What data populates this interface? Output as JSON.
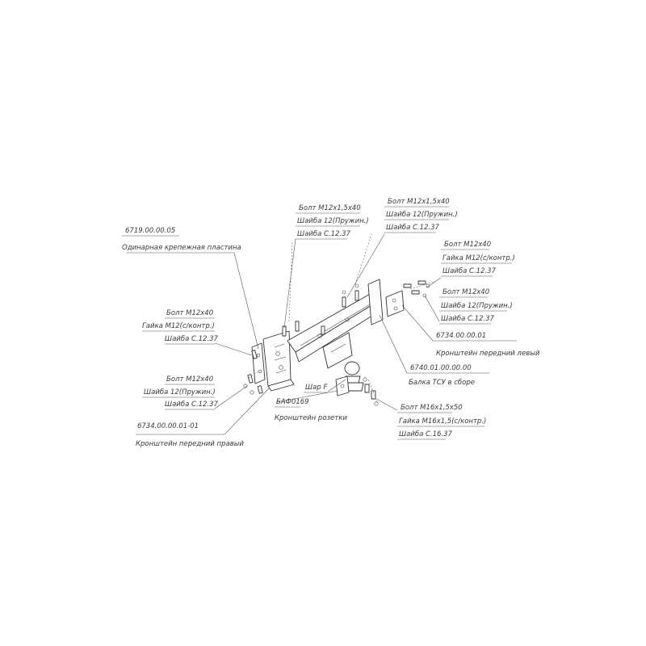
{
  "labels": {
    "plate_code": "6719.00.00.05",
    "plate_name": "Одинарная крепежная пластина",
    "top_left_bolt": "Болт М12х1,5х40",
    "top_left_washer_spring": "Шайба 12(Пружин.)",
    "top_left_washer": "Шайба С.12.37",
    "top_right_bolt": "Болт М12х1,5х40",
    "top_right_washer_spring": "Шайба 12(Пружин.)",
    "top_right_washer": "Шайба С.12.37",
    "right_upper_bolt": "Болт М12х40",
    "right_upper_nut": "Гайка М12(с/контр.)",
    "right_upper_washer": "Шайба С.12.37",
    "right_lower_bolt": "Болт М12х40",
    "right_lower_washer_spring": "Шайба 12(Пружин.)",
    "right_lower_washer": "Шайба С.12.37",
    "bracket_left_code": "6734.00.00.01",
    "bracket_left_name": "Кронштейн передний левый",
    "beam_code": "6740.01.00.00.00",
    "beam_name": "Балка ТСУ в сборе",
    "left_upper_bolt": "Болт М12х40",
    "left_upper_nut": "Гайка М12(с/контр.)",
    "left_upper_washer": "Шайба С.12.37",
    "left_lower_bolt": "Болт М12х40",
    "left_lower_washer_spring": "Шайба 12(Пружин.)",
    "left_lower_washer": "Шайба С.12.37",
    "ball": "Шар F",
    "socket_code": "БАФ0169",
    "socket_name": "Кронштейн розетки",
    "bottom_bolt": "Болт М16х1,5х50",
    "bottom_nut": "Гайка М16х1,5(с/контр.)",
    "bottom_washer": "Шайба С.16.37",
    "bracket_right_code": "6734.00.00.01-01",
    "bracket_right_name": "Кронштейн передний правый"
  }
}
